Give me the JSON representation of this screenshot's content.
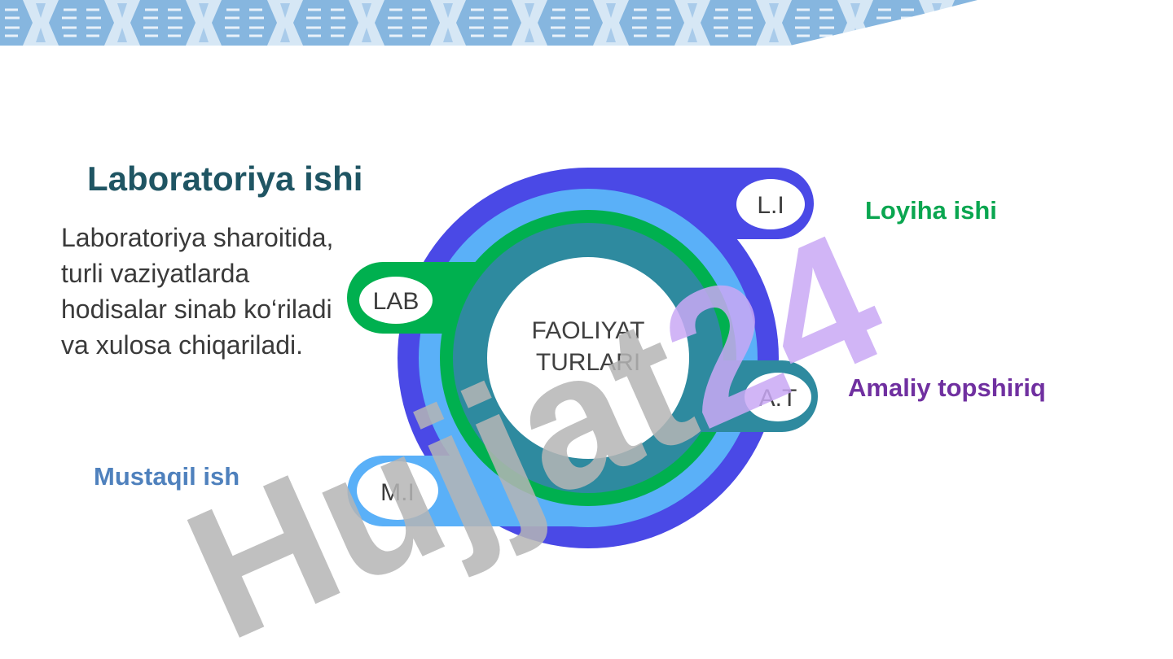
{
  "slide": {
    "title": "Laboratoriya ishi",
    "description": "Laboratoriya sharoitida, turli vaziyatlarda hodisalar sinab ko‘riladi va xulosa chiqariladi."
  },
  "diagram": {
    "center_label_line1": "FAOLIYAT",
    "center_label_line2": "TURLARI",
    "rings": [
      {
        "abbr": "L.I",
        "name": "Loyiha ishi",
        "ring_color": "#4a49e6",
        "label_color": "#0aa650"
      },
      {
        "abbr": "LAB",
        "name": "Laboratoriya ishi",
        "ring_color": "#00b04f"
      },
      {
        "abbr": "A.T",
        "name": "Amaliy topshiriq",
        "ring_color": "#2e8a9f",
        "label_color": "#7030a0"
      },
      {
        "abbr": "M.I",
        "name": "Mustaqil ish",
        "ring_color": "#5ab0f8",
        "label_color": "#4f81bd"
      }
    ]
  },
  "colors": {
    "title": "#1f5563",
    "banner_light": "#cde3f4",
    "banner_dark": "#7aafdc",
    "watermark_gray": "#b5b5b5",
    "watermark_purple": "#c9a8f4"
  },
  "watermark": {
    "text": "Hujjat24",
    "purple_text": "24"
  }
}
